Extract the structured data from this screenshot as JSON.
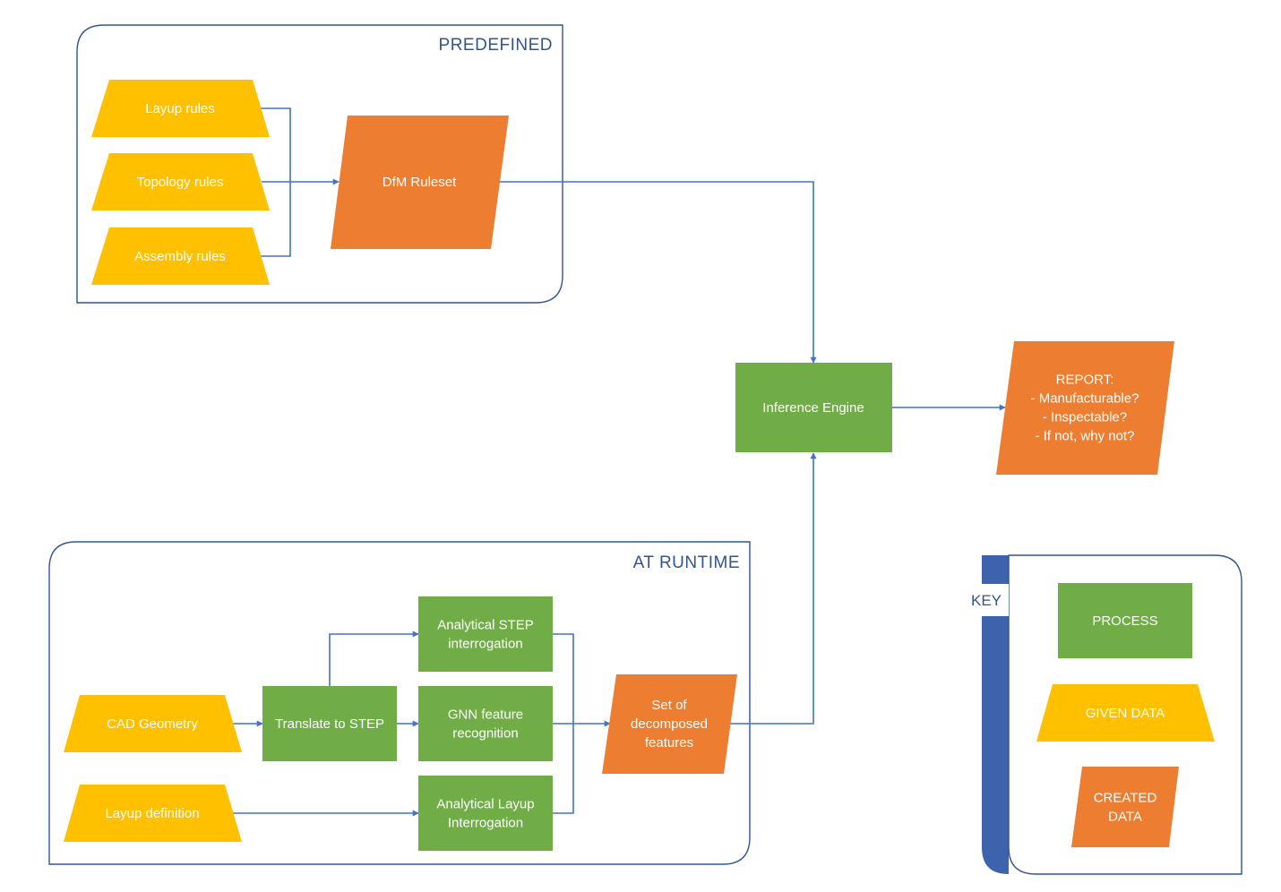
{
  "colors": {
    "process": "#70AD47",
    "given_data": "#FFC000",
    "created_data": "#ED7D31",
    "connector": "#4472C4",
    "group_border": "#2F5597",
    "key_tab": "#3C63AC",
    "text": "#FFFFFF"
  },
  "groups": {
    "predefined": {
      "title": "PREDEFINED"
    },
    "runtime": {
      "title": "AT RUNTIME"
    },
    "key": {
      "title": "KEY"
    }
  },
  "nodes": {
    "layup_rules": {
      "label": [
        "Layup rules"
      ],
      "kind": "given_data"
    },
    "topology_rules": {
      "label": [
        "Topology rules"
      ],
      "kind": "given_data"
    },
    "assembly_rules": {
      "label": [
        "Assembly rules"
      ],
      "kind": "given_data"
    },
    "dfm_ruleset": {
      "label": [
        "DfM Ruleset"
      ],
      "kind": "created_data"
    },
    "inference_engine": {
      "label": [
        "Inference Engine"
      ],
      "kind": "process"
    },
    "report": {
      "label": [
        "REPORT:",
        "- Manufacturable?",
        "- Inspectable?",
        "- If not, why not?"
      ],
      "kind": "created_data"
    },
    "cad_geometry": {
      "label": [
        "CAD Geometry"
      ],
      "kind": "given_data"
    },
    "layup_definition": {
      "label": [
        "Layup definition"
      ],
      "kind": "given_data"
    },
    "translate_step": {
      "label": [
        "Translate to STEP"
      ],
      "kind": "process"
    },
    "analytical_step": {
      "label": [
        "Analytical STEP",
        "interrogation"
      ],
      "kind": "process"
    },
    "gnn_feature": {
      "label": [
        "GNN feature",
        "recognition"
      ],
      "kind": "process"
    },
    "analytical_layup": {
      "label": [
        "Analytical Layup",
        "Interrogation"
      ],
      "kind": "process"
    },
    "decomposed_features": {
      "label": [
        "Set of",
        "decomposed",
        "features"
      ],
      "kind": "created_data"
    },
    "key_process": {
      "label": [
        "PROCESS"
      ],
      "kind": "process"
    },
    "key_given_data": {
      "label": [
        "GIVEN DATA"
      ],
      "kind": "given_data"
    },
    "key_created_data": {
      "label": [
        "CREATED",
        "DATA"
      ],
      "kind": "created_data"
    }
  },
  "edges": [
    {
      "from": "layup_rules",
      "to": "dfm_ruleset"
    },
    {
      "from": "topology_rules",
      "to": "dfm_ruleset"
    },
    {
      "from": "assembly_rules",
      "to": "dfm_ruleset"
    },
    {
      "from": "dfm_ruleset",
      "to": "inference_engine"
    },
    {
      "from": "inference_engine",
      "to": "report"
    },
    {
      "from": "cad_geometry",
      "to": "translate_step"
    },
    {
      "from": "translate_step",
      "to": "analytical_step"
    },
    {
      "from": "translate_step",
      "to": "gnn_feature"
    },
    {
      "from": "layup_definition",
      "to": "analytical_layup"
    },
    {
      "from": "analytical_step",
      "to": "decomposed_features"
    },
    {
      "from": "gnn_feature",
      "to": "decomposed_features"
    },
    {
      "from": "analytical_layup",
      "to": "decomposed_features"
    },
    {
      "from": "decomposed_features",
      "to": "inference_engine"
    }
  ]
}
